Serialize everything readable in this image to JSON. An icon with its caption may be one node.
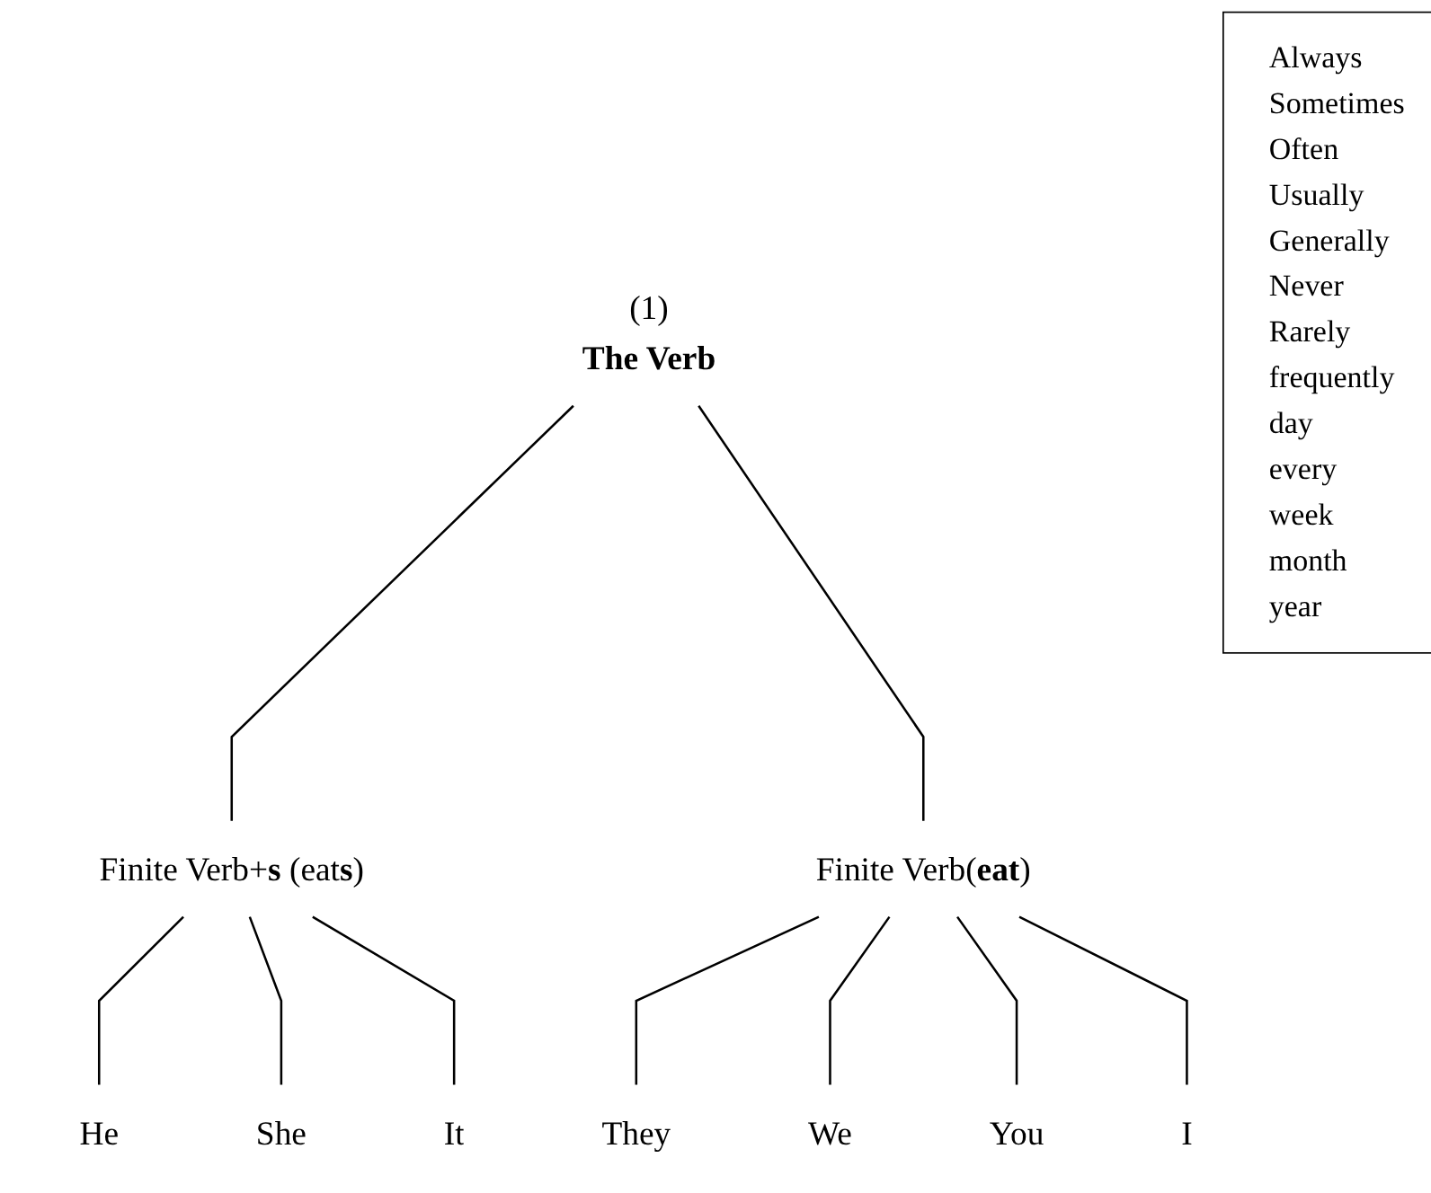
{
  "diagram": {
    "nodes": [
      {
        "text": [
          "(1)",
          "The Verb"
        ]
      },
      {
        "text": [
          "Finite Verb+**s** (eat**s**)"
        ]
      },
      {
        "text": [
          "Finite Verb(**eat**)"
        ]
      },
      {
        "text": [
          "He"
        ]
      },
      {
        "text": [
          "She"
        ]
      },
      {
        "text": [
          "It"
        ]
      },
      {
        "text": [
          "They"
        ]
      },
      {
        "text": [
          "We"
        ]
      },
      {
        "text": [
          "You"
        ]
      },
      {
        "text": [
          "I"
        ]
      },
      {
        "text": [
          "Always",
          "Sometimes",
          "Often",
          "Usually",
          "Generally",
          "Never",
          "Rarely",
          "frequently",
          "day",
          "every",
          "week",
          "month",
          "year"
        ]
      }
    ],
    "edges": [
      {
        "from": 0,
        "to": 1,
        "arrow": "none"
      },
      {
        "from": 0,
        "to": 2,
        "arrow": "none"
      },
      {
        "from": 1,
        "to": 3,
        "arrow": "none"
      },
      {
        "from": 1,
        "to": 4,
        "arrow": "none"
      },
      {
        "from": 1,
        "to": 5,
        "arrow": "none"
      },
      {
        "from": 2,
        "to": 6,
        "arrow": "none"
      },
      {
        "from": 2,
        "to": 7,
        "arrow": "none"
      },
      {
        "from": 2,
        "to": 8,
        "arrow": "none"
      },
      {
        "from": 2,
        "to": 9,
        "arrow": "none"
      }
    ]
  }
}
